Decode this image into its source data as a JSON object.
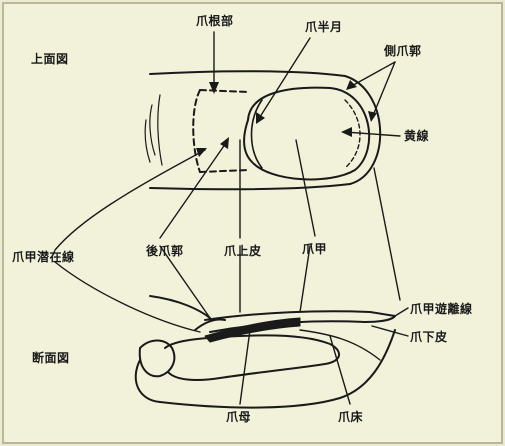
{
  "views": {
    "top": "上面図",
    "section": "断面図"
  },
  "labels": {
    "nail_root": "爪根部",
    "lunula": "爪半月",
    "lateral_fold": "側爪郭",
    "yellow_line": "黄線",
    "proximal_fold": "後爪郭",
    "eponychium": "爪上皮",
    "nail_plate": "爪甲",
    "hidden_edge": "爪甲潜在線",
    "free_edge": "爪甲遊離線",
    "hyponychium": "爪下皮",
    "matrix": "爪母",
    "nail_bed": "爪床"
  }
}
